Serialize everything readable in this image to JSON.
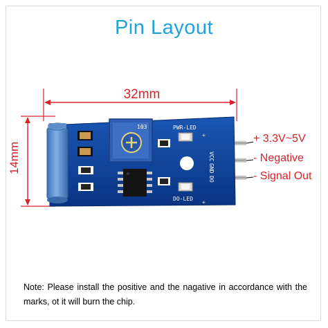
{
  "title": "Pin Layout",
  "dimensions": {
    "width": "32mm",
    "height": "14mm"
  },
  "pins": [
    {
      "label": "+ 3.3V~5V"
    },
    {
      "label": "- Negative"
    },
    {
      "label": "- Signal Out"
    }
  ],
  "silkscreen": {
    "pwr_led": "PWR-LED",
    "do_led": "DO-LED",
    "vcc": "VCC",
    "gnd": "GND",
    "do": "DO",
    "pot": "103"
  },
  "note": "Note: Please install the positive and the nagative in accordance with the marks, ot it will burn the chip.",
  "colors": {
    "title": "#1ea3da",
    "dimension": "#d8232a",
    "pcb": "#0d3f95",
    "sensor": "#5a8fcf"
  }
}
